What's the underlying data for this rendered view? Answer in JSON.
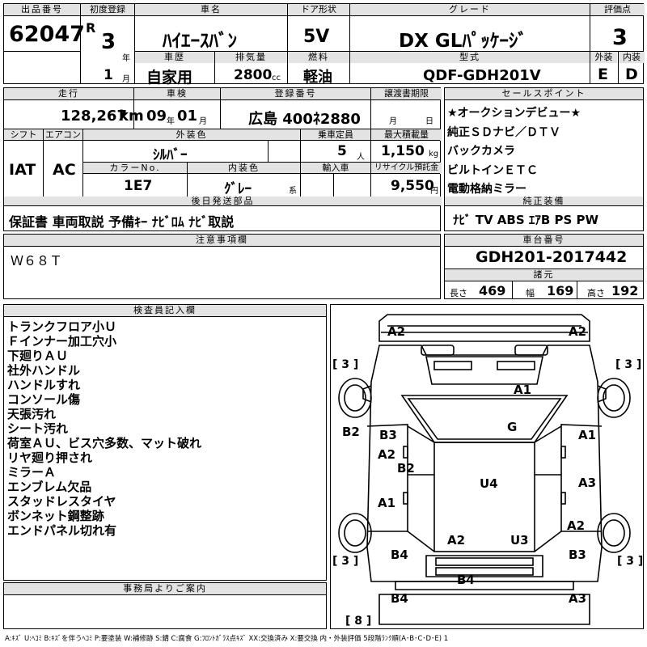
{
  "lot": {
    "label": "出品番号",
    "value": "62047"
  },
  "first_reg": {
    "label": "初度登録",
    "era": "R",
    "year": "3",
    "year_unit": "年",
    "month": "1",
    "month_unit": "月"
  },
  "car_name": {
    "label": "車名",
    "value": "ﾊｲｴｰｽﾊﾞﾝ"
  },
  "door": {
    "label": "ドア形状",
    "value": "5V"
  },
  "grade": {
    "label": "グレード",
    "value": "DX GLﾊﾟｯｹｰｼﾞ"
  },
  "score": {
    "label": "評価点",
    "value": "3"
  },
  "history": {
    "label": "車歴",
    "value": "自家用"
  },
  "displacement": {
    "label": "排気量",
    "value": "2800",
    "unit": "cc"
  },
  "fuel": {
    "label": "燃料",
    "value": "軽油"
  },
  "model": {
    "label": "型式",
    "value": "QDF-GDH201V"
  },
  "exterior_grade": {
    "label": "外装",
    "value": "E"
  },
  "interior_grade": {
    "label": "内装",
    "value": "D"
  },
  "mileage": {
    "label": "走行",
    "value": "128,267",
    "unit": "km"
  },
  "inspection": {
    "label": "車検",
    "year": "09",
    "year_unit": "年",
    "month": "01",
    "month_unit": "月"
  },
  "plate": {
    "label": "登録番号",
    "value": "広島 400ﾈ2880"
  },
  "transfer_deadline": {
    "label": "譲渡書期限",
    "month_unit": "月",
    "day_unit": "日"
  },
  "shift": {
    "label": "シフト",
    "value": "IAT"
  },
  "aircon": {
    "label": "エアコン",
    "value": "AC"
  },
  "ext_color": {
    "label": "外装色",
    "value": "ｼﾙﾊﾞｰ"
  },
  "capacity": {
    "label": "乗車定員",
    "value": "5",
    "unit": "人"
  },
  "max_load": {
    "label": "最大積載量",
    "value": "1,150",
    "unit": "kg"
  },
  "color_no": {
    "label": "カラーNo.",
    "value": "1E7"
  },
  "int_color": {
    "label": "内装色",
    "value": "ｸﾞﾚｰ",
    "unit": "系"
  },
  "import": {
    "label": "輸入車"
  },
  "recycle": {
    "label": "リサイクル預託金",
    "value": "9,550",
    "unit": "円"
  },
  "later_parts": {
    "label": "後日発送部品",
    "value": "保証書 車両取説 予備ｷｰ ﾅﾋﾞﾛﾑ ﾅﾋﾞ取説"
  },
  "sales_points": {
    "label": "セールスポイント",
    "items": [
      "★オークションデビュー★",
      "純正ＳＤナビ／ＤＴＶ",
      "バックカメラ",
      "ビルトインＥＴＣ",
      "電動格納ミラー"
    ]
  },
  "equipment": {
    "label": "純正装備",
    "value": "ﾅﾋﾞ TV ABS ｴｱB PS PW"
  },
  "notes": {
    "label": "注意事項欄",
    "value": "Ｗ６８Ｔ"
  },
  "chassis": {
    "label": "車台番号",
    "value": "GDH201-2017442",
    "spec_label": "諸元"
  },
  "dims": {
    "length_label": "長さ",
    "length": "469",
    "width_label": "幅",
    "width": "169",
    "height_label": "高さ",
    "height": "192"
  },
  "inspector": {
    "label": "検査員記入欄",
    "items": [
      "トランクフロア小Ｕ",
      "Ｆインナー加工穴小",
      "下廻りＡＵ",
      "社外ハンドル",
      "ハンドルすれ",
      "コンソール傷",
      "天張汚れ",
      "シート汚れ",
      "荷室ＡＵ、ビス穴多数、マット破れ",
      "リヤ廻り押され",
      "ミラーＡ",
      "エンブレム欠品",
      "スタッドレスタイヤ",
      "ボンネット鋼整跡",
      "エンドパネル切れ有"
    ]
  },
  "office": {
    "label": "事務局よりご案内"
  },
  "diagram": {
    "tyres": {
      "fl": "[ 3 ]",
      "fr": "[ 3 ]",
      "rl": "[ 3 ]",
      "rr": "[ 3 ]",
      "spare": "[ 8 ]"
    },
    "marks": {
      "front_left": "A2",
      "front_right": "A2",
      "hood": "A1",
      "windshield": "G",
      "left_side": "B2",
      "right_front_door": "A1",
      "left_front_door_a": "B3",
      "left_front_door_b": "A2",
      "left_mid": "B2",
      "roof": "U4",
      "right_rear_door": "A3",
      "left_rear": "A1",
      "rear_window_left": "A2",
      "rear_window_right": "U3",
      "right_quarter": "A2",
      "left_quarter": "B4",
      "right_tail": "B3",
      "rear_bumper": "B4",
      "rear_bottom_left": "B4",
      "rear_bottom_right": "A3"
    }
  },
  "legend": "A:ｷｽﾞ U:ﾍｺﾐ B:ｷｽﾞを伴うﾍｺﾐ P:要塗装 W:補修跡 S:錆 C:腐食 G:ﾌﾛﾝﾄｶﾞﾗｽ点ｷｽﾞ XX:交換済み X:要交換 内・外装評価 5段階ﾗﾝｸ順(A･B･C･D･E) 1"
}
